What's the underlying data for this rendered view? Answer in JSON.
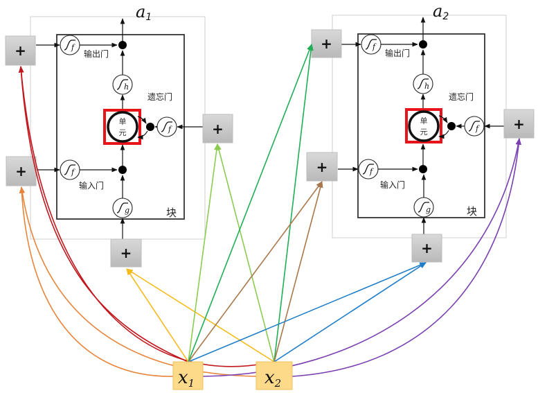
{
  "colors": {
    "x1_to_output_gate_block1": "#c0161c",
    "x_to_input_gate_block1": "#e8843a",
    "x_to_block_input_block1": "#f5bb1c",
    "x_to_forget_gate_block1": "#8bcb50",
    "x_to_output_gate_block2": "#1fae55",
    "x_to_input_gate_block2": "#a8784a",
    "x_to_block_input_block2": "#1f7ec8",
    "x_to_forget_gate_block2": "#7a3fb0",
    "cell_highlight": "#e8141b",
    "input_box_fill": "#fdd98a"
  },
  "blocks": [
    {
      "output_label": "a",
      "output_sub": "1",
      "output_gate_label": "输出门",
      "forget_gate_label": "遗忘门",
      "input_gate_label": "输入门",
      "block_label": "块",
      "cell_label_line1": "单",
      "cell_label_line2": "元",
      "sigmoid_output_sub": "f",
      "sigmoid_h_sub": "h",
      "sigmoid_forget_sub": "f",
      "sigmoid_input_sub": "f",
      "sigmoid_g_sub": "g",
      "plus_symbol": "+"
    },
    {
      "output_label": "a",
      "output_sub": "2",
      "output_gate_label": "输出门",
      "forget_gate_label": "遗忘门",
      "input_gate_label": "输入门",
      "block_label": "块",
      "cell_label_line1": "单",
      "cell_label_line2": "元",
      "sigmoid_output_sub": "f",
      "sigmoid_h_sub": "h",
      "sigmoid_forget_sub": "f",
      "sigmoid_input_sub": "f",
      "sigmoid_g_sub": "g",
      "plus_symbol": "+"
    }
  ],
  "inputs": [
    {
      "label": "x",
      "sub": "1"
    },
    {
      "label": "x",
      "sub": "2"
    }
  ]
}
